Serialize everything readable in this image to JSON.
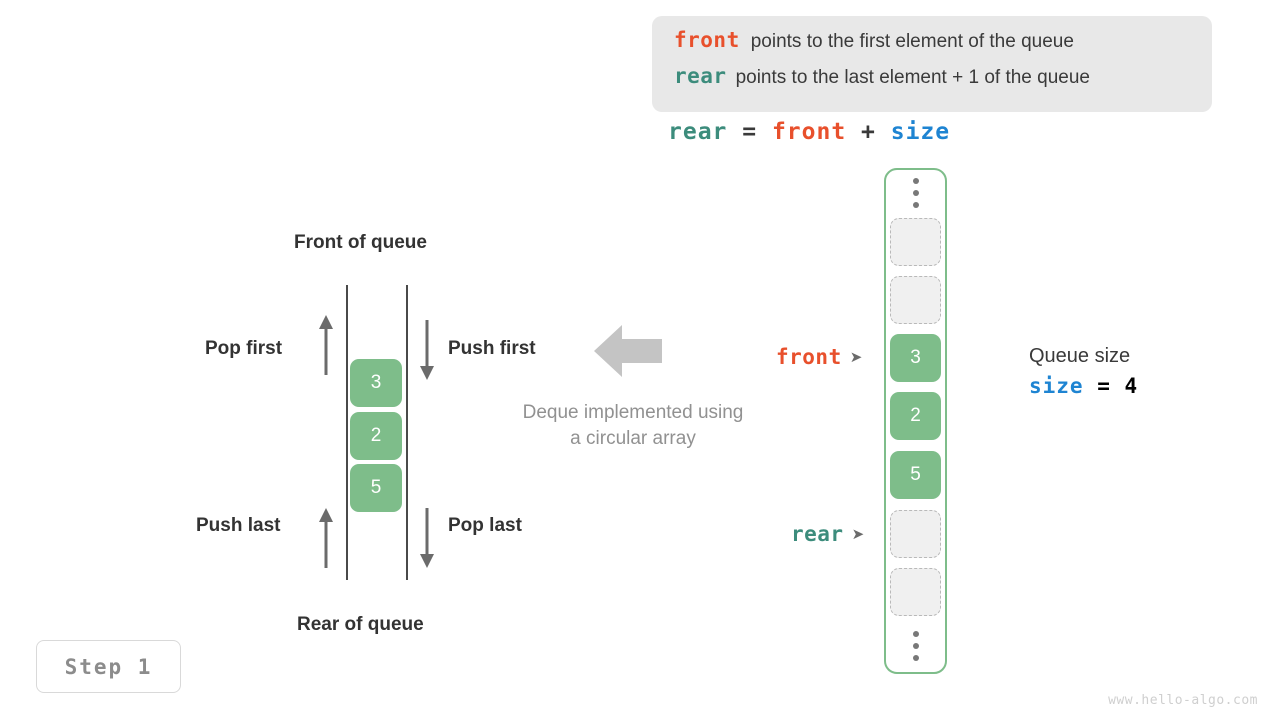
{
  "legend": {
    "lines": [
      {
        "keyword": "front",
        "keyword_color": "#e8502c",
        "text": "points to the first element of the queue"
      },
      {
        "keyword": "rear",
        "keyword_color": "#3c8c7c",
        "text": "points to the last element + 1 of the queue"
      }
    ],
    "background": "#e8e8e8"
  },
  "equation": {
    "lhs": "rear",
    "eq": " = ",
    "rhs1": "front",
    "plus": " + ",
    "rhs2": "size"
  },
  "deque": {
    "top_label": "Front of queue",
    "bottom_label": "Rear of queue",
    "pop_first": "Pop first",
    "push_first": "Push first",
    "push_last": "Push last",
    "pop_last": "Pop last",
    "cells": [
      "3",
      "2",
      "5"
    ],
    "cell_color": "#7ebd8a"
  },
  "caption": {
    "line1": "Deque implemented using",
    "line2": "a circular array"
  },
  "array": {
    "border_color": "#7ebd8a",
    "cells": [
      {
        "kind": "ellipsis",
        "value": ""
      },
      {
        "kind": "empty",
        "value": ""
      },
      {
        "kind": "empty",
        "value": ""
      },
      {
        "kind": "filled",
        "value": "3"
      },
      {
        "kind": "filled",
        "value": "2"
      },
      {
        "kind": "filled",
        "value": "5"
      },
      {
        "kind": "empty",
        "value": ""
      },
      {
        "kind": "empty",
        "value": ""
      },
      {
        "kind": "ellipsis",
        "value": ""
      }
    ]
  },
  "pointers": {
    "front": {
      "label": "front",
      "color": "#e8502c",
      "marker": "➤"
    },
    "rear": {
      "label": "rear",
      "color": "#3c8c7c",
      "marker": "➤"
    }
  },
  "queue_size": {
    "title": "Queue size",
    "var": "size",
    "var_color": "#1e84d2",
    "eq": " = ",
    "value": "4"
  },
  "step_badge": {
    "label": "Step 1"
  },
  "watermark": {
    "text": "www.hello-algo.com"
  }
}
